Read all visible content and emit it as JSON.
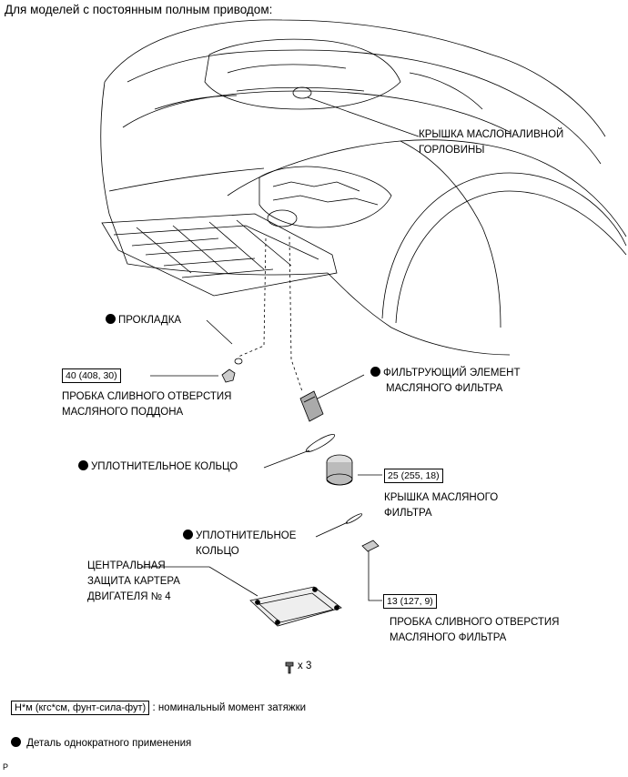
{
  "heading": "Для моделей с постоянным полным приводом:",
  "labels": {
    "oil_filler_cap_1": "КРЫШКА МАСЛОНАЛИВНОЙ",
    "oil_filler_cap_2": "ГОРЛОВИНЫ",
    "gasket": "ПРОКЛАДКА",
    "drain_plug_1": "ПРОБКА СЛИВНОГО ОТВЕРСТИЯ",
    "drain_plug_2": "МАСЛЯНОГО ПОДДОНА",
    "filter_element_1": "ФИЛЬТРУЮЩИЙ ЭЛЕМЕНТ",
    "filter_element_2": "МАСЛЯНОГО ФИЛЬТРА",
    "o_ring_1": "УПЛОТНИТЕЛЬНОЕ КОЛЬЦО",
    "filter_cap_1": "КРЫШКА МАСЛЯНОГО",
    "filter_cap_2": "ФИЛЬТРА",
    "o_ring_2a": "УПЛОТНИТЕЛЬНОЕ",
    "o_ring_2b": "КОЛЬЦО",
    "under_cover_1": "ЦЕНТРАЛЬНАЯ",
    "under_cover_2": "ЗАЩИТА КАРТЕРА",
    "under_cover_3": "ДВИГАТЕЛЯ № 4",
    "filter_drain_1": "ПРОБКА СЛИВНОГО ОТВЕРСТИЯ",
    "filter_drain_2": "МАСЛЯНОГО ФИЛЬТРА",
    "bolt_count": "x 3"
  },
  "torques": {
    "drain_plug": "40 (408, 30)",
    "filter_cap": "25 (255, 18)",
    "filter_drain": "13 (127, 9)"
  },
  "legend": {
    "torque_box": "Н*м (кгс*см, фунт-сила-фут)",
    "torque_desc": ": номинальный момент затяжки",
    "non_reusable": "Деталь однократного применения"
  },
  "footer": "P"
}
